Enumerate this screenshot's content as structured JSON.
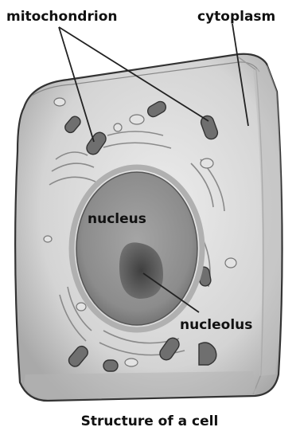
{
  "labels": {
    "mitochondrion": "mitochondrion",
    "cytoplasm": "cytoplasm",
    "nucleus": "nucleus",
    "nucleolus": "nucleolus"
  },
  "caption": "Structure of a cell",
  "colors": {
    "cell_fill": "#d3d3d3",
    "cell_outline": "#333333",
    "nucleus_fill": "#8f8f8f",
    "nucleolus_fill": "#565656",
    "organelle_fill": "#6f6f6f",
    "leader_line": "#222222"
  }
}
